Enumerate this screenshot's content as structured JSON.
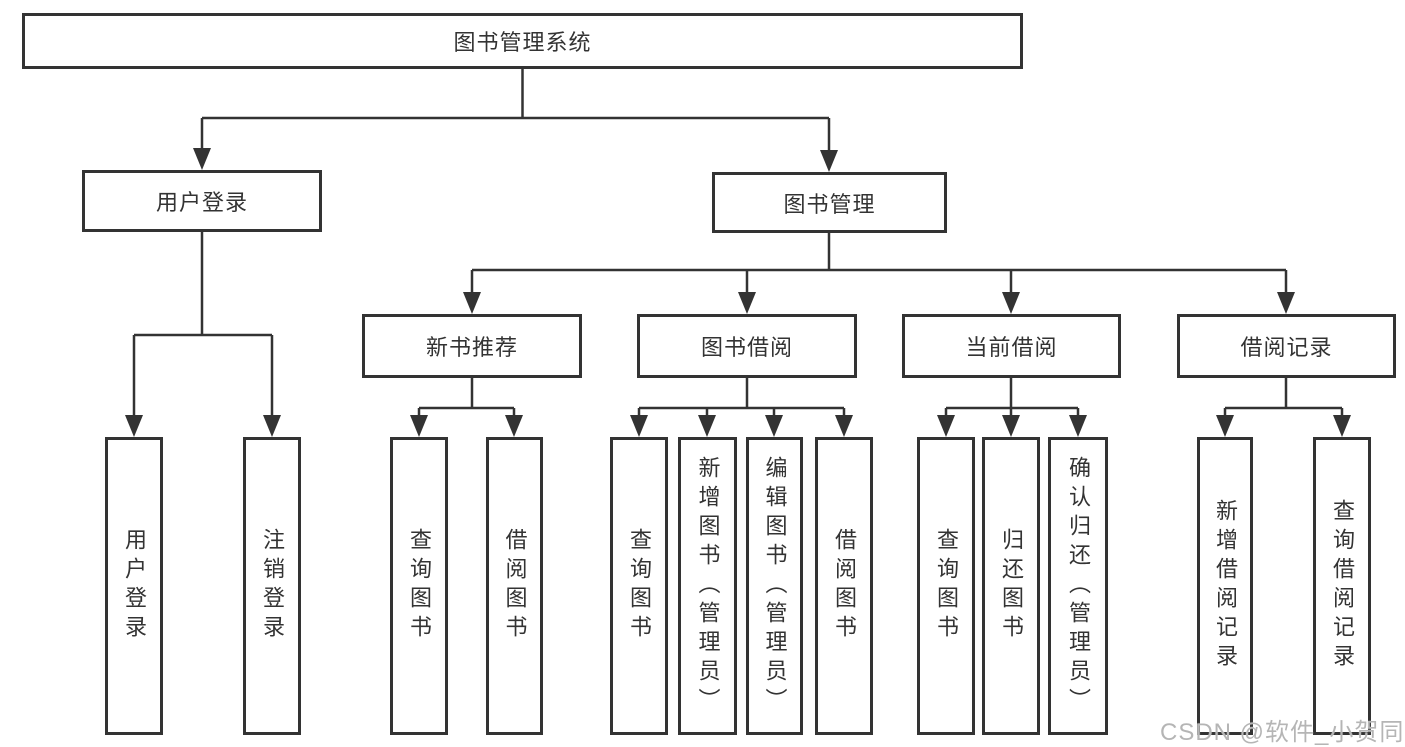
{
  "diagram_type": "hierarchy",
  "tree": {
    "label": "图书管理系统",
    "children": [
      {
        "label": "用户登录",
        "children": [
          {
            "label": "用户登录"
          },
          {
            "label": "注销登录"
          }
        ]
      },
      {
        "label": "图书管理",
        "children": [
          {
            "label": "新书推荐",
            "children": [
              {
                "label": "查询图书"
              },
              {
                "label": "借阅图书"
              }
            ]
          },
          {
            "label": "图书借阅",
            "children": [
              {
                "label": "查询图书"
              },
              {
                "label": "新增图书（管理员）"
              },
              {
                "label": "编辑图书（管理员）"
              },
              {
                "label": "借阅图书"
              }
            ]
          },
          {
            "label": "当前借阅",
            "children": [
              {
                "label": "查询图书"
              },
              {
                "label": "归还图书"
              },
              {
                "label": "确认归还（管理员）"
              }
            ]
          },
          {
            "label": "借阅记录",
            "children": [
              {
                "label": "新增借阅记录"
              },
              {
                "label": "查询借阅记录"
              }
            ]
          }
        ]
      }
    ]
  },
  "watermark": "CSDN @软件_小贺同学",
  "colors": {
    "line": "#333333",
    "text": "#333333",
    "box_background": "#ffffff",
    "watermark": "#b5b5b5"
  }
}
